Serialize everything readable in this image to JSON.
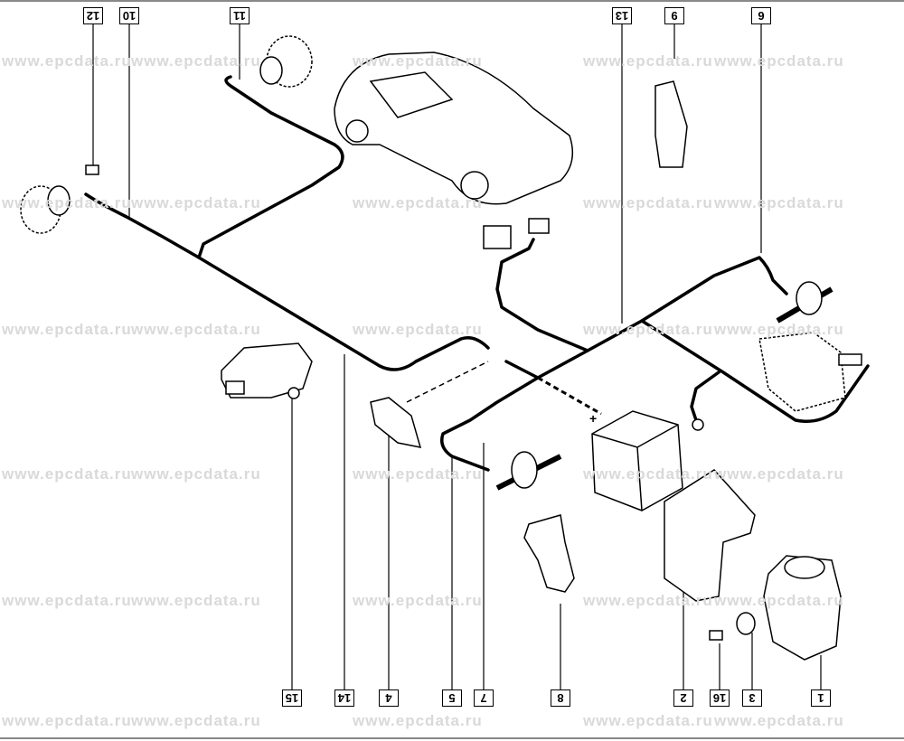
{
  "watermark": "www.epcdata.ru",
  "callouts_top": [
    {
      "label": "12"
    },
    {
      "label": "10"
    },
    {
      "label": "11"
    },
    {
      "label": "13"
    },
    {
      "label": "9"
    },
    {
      "label": "6"
    }
  ],
  "callouts_bottom": [
    {
      "label": "15"
    },
    {
      "label": "14"
    },
    {
      "label": "4"
    },
    {
      "label": "5"
    },
    {
      "label": "7"
    },
    {
      "label": "8"
    },
    {
      "label": "2"
    },
    {
      "label": "16"
    },
    {
      "label": "3"
    },
    {
      "label": "1"
    }
  ],
  "battery_terminal": "+",
  "colors": {
    "line": "#000000",
    "watermark": "#d9d9d9",
    "frame": "#888888"
  }
}
